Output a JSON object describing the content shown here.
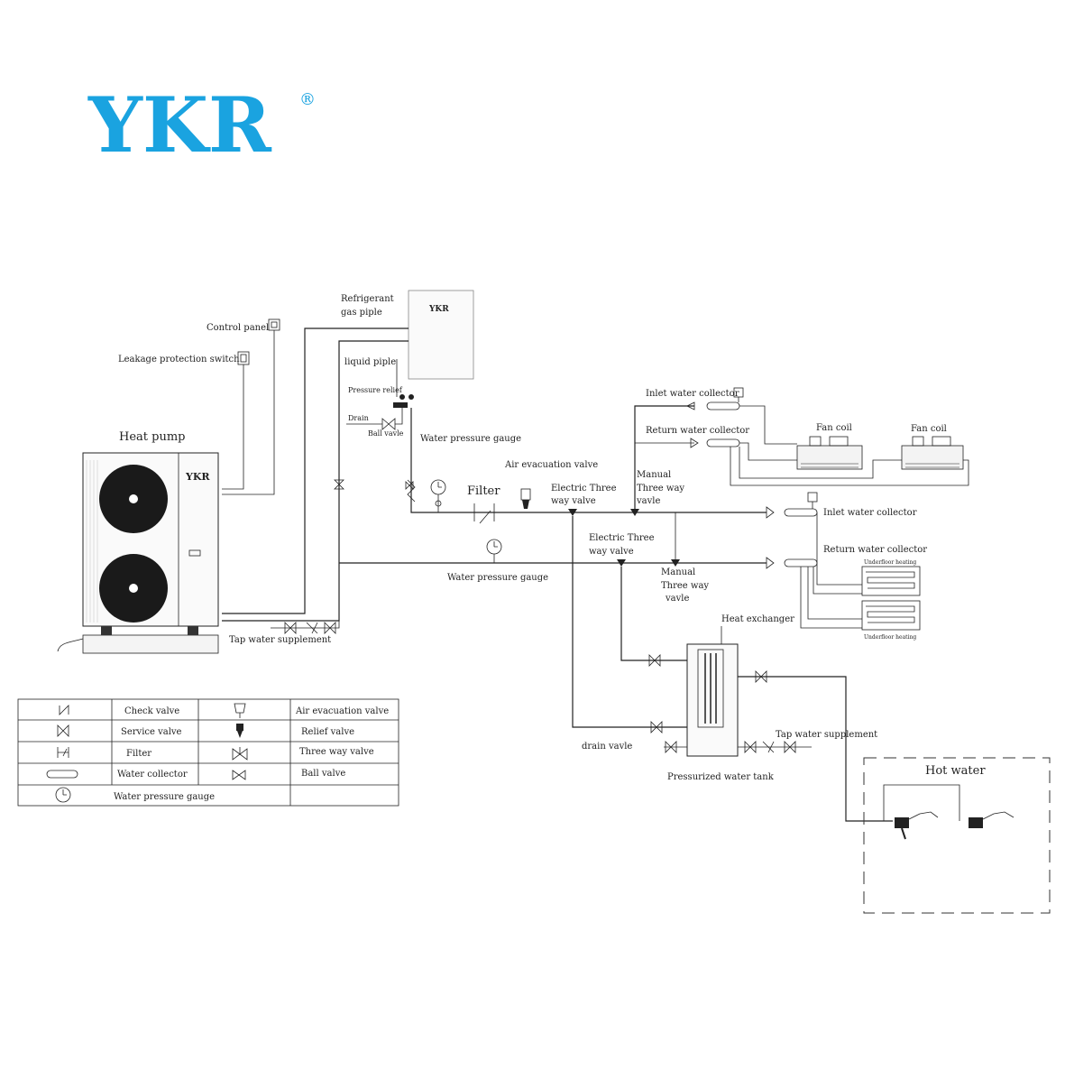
{
  "brand": {
    "logo_text": "YKR",
    "registered_mark": "®",
    "logo_color": "#1aa3e0",
    "unit_logo_text": "YKR"
  },
  "labels": {
    "heat_pump": "Heat pump",
    "control_panel": "Control panel",
    "leakage_switch": "Leakage protection switch",
    "refrigerant_gas_line1": "Refrigerant",
    "refrigerant_gas_line2": "gas piple",
    "liquid_pipe": "liquid piple",
    "pressure_relief": "Pressure relief",
    "drain": "Drain",
    "ball_valve": "Ball vavle",
    "water_pressure_gauge_top": "Water pressure gauge",
    "filter": "Filter",
    "air_evacuation_valve": "Air evacuation valve",
    "electric_three_way_1_line1": "Electric Three",
    "electric_three_way_1_line2": "way valve",
    "manual_three_way_1_line1": "Manual",
    "manual_three_way_1_line2": "Three way",
    "manual_three_way_1_line3": "vavle",
    "inlet_water_collector_top": "Inlet water collector",
    "return_water_collector_top": "Return water collector",
    "fan_coil_1": "Fan coil",
    "fan_coil_2": "Fan coil",
    "inlet_water_collector_mid": "Inlet water collector",
    "return_water_collector_mid": "Return water collector",
    "underfloor_heating_1": "Underfloor heating",
    "underfloor_heating_2": "Underfloor heating",
    "electric_three_way_2_line1": "Electric Three",
    "electric_three_way_2_line2": "way valve",
    "manual_three_way_2_line1": "Manual",
    "manual_three_way_2_line2": "Three way",
    "manual_three_way_2_line3": "vavle",
    "water_pressure_gauge_bottom": "Water pressure gauge",
    "tap_water_supplement_left": "Tap water supplement",
    "heat_exchanger": "Heat exchanger",
    "drain_valve": "drain vavle",
    "tap_water_supplement_right": "Tap water supplement",
    "pressurized_tank": "Pressurized water tank",
    "hot_water": "Hot water"
  },
  "legend": {
    "rows": [
      {
        "left_icon": "check-valve-icon",
        "left_label": "Check valve",
        "right_icon": "air-evacuation-valve-icon",
        "right_label": "Air evacuation valve"
      },
      {
        "left_icon": "service-valve-icon",
        "left_label": "Service valve",
        "right_icon": "relief-valve-icon",
        "right_label": "Relief valve"
      },
      {
        "left_icon": "filter-icon",
        "left_label": "Filter",
        "right_icon": "three-way-valve-icon",
        "right_label": "Three way valve"
      },
      {
        "left_icon": "water-collector-icon",
        "left_label": "Water collector",
        "right_icon": "ball-valve-icon",
        "right_label": "Ball valve"
      },
      {
        "left_icon": "water-pressure-gauge-icon",
        "left_label": "Water pressure gauge",
        "right_icon": "",
        "right_label": ""
      }
    ]
  }
}
